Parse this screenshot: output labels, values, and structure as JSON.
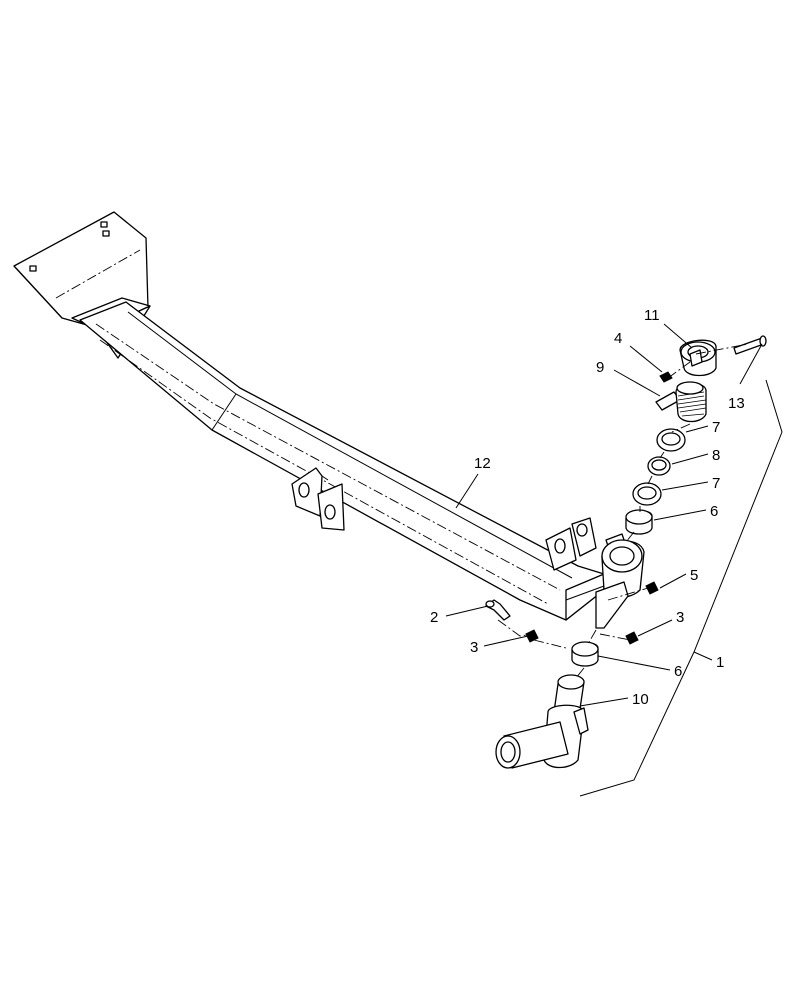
{
  "diagram": {
    "type": "exploded-parts-diagram",
    "callouts": [
      {
        "id": "c12",
        "text": "12"
      },
      {
        "id": "c11",
        "text": "11"
      },
      {
        "id": "c4",
        "text": "4"
      },
      {
        "id": "c9",
        "text": "9"
      },
      {
        "id": "c13",
        "text": "13"
      },
      {
        "id": "c7a",
        "text": "7"
      },
      {
        "id": "c8",
        "text": "8"
      },
      {
        "id": "c7b",
        "text": "7"
      },
      {
        "id": "c6a",
        "text": "6"
      },
      {
        "id": "c5",
        "text": "5"
      },
      {
        "id": "c2",
        "text": "2"
      },
      {
        "id": "c3a",
        "text": "3"
      },
      {
        "id": "c3b",
        "text": "3"
      },
      {
        "id": "c6b",
        "text": "6"
      },
      {
        "id": "c1",
        "text": "1"
      },
      {
        "id": "c10",
        "text": "10"
      }
    ]
  }
}
